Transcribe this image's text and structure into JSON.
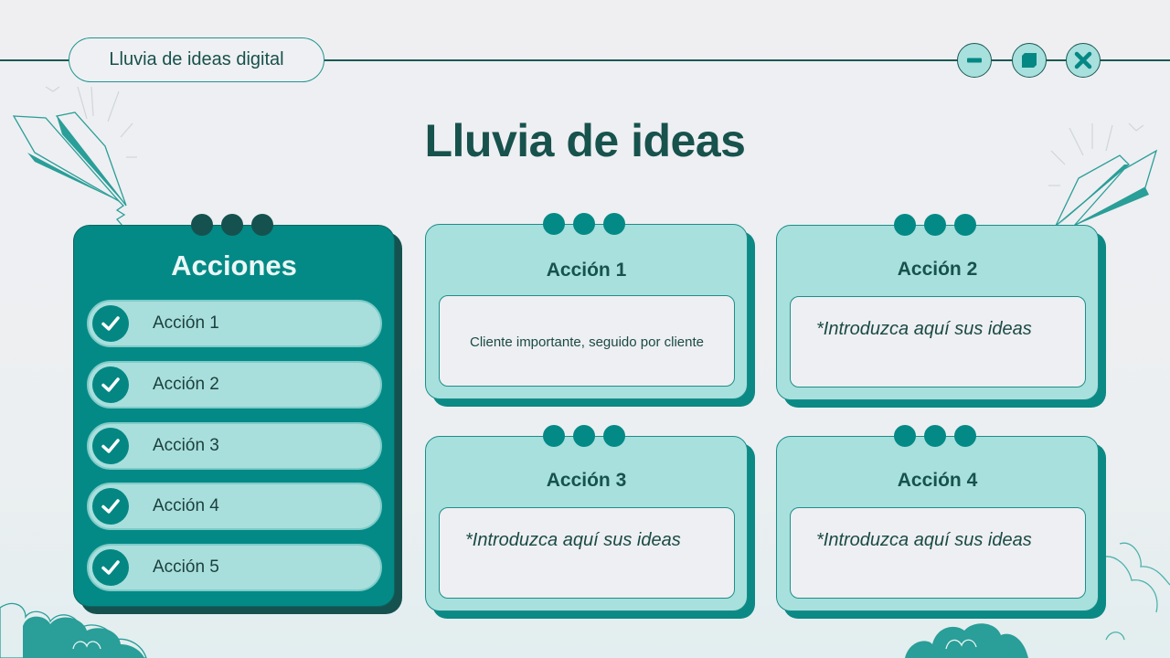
{
  "header": {
    "app_title": "Lluvia de ideas digital",
    "window_controls": [
      {
        "name": "minimize",
        "icon": "minus-icon"
      },
      {
        "name": "maximize",
        "icon": "square-icon"
      },
      {
        "name": "close",
        "icon": "close-icon"
      }
    ]
  },
  "page": {
    "title": "Lluvia de ideas"
  },
  "actions_panel": {
    "title": "Acciones",
    "items": [
      {
        "label": "Acción 1",
        "checked": true
      },
      {
        "label": "Acción 2",
        "checked": true
      },
      {
        "label": "Acción 3",
        "checked": true
      },
      {
        "label": "Acción 4",
        "checked": true
      },
      {
        "label": "Acción 5",
        "checked": true
      }
    ]
  },
  "cards": [
    {
      "title": "Acción 1",
      "text": "Cliente importante, seguido por cliente",
      "placeholder": ""
    },
    {
      "title": "Acción 2",
      "text": "",
      "placeholder": "*Introduzca aquí sus ideas"
    },
    {
      "title": "Acción 3",
      "text": "",
      "placeholder": "*Introduzca aquí sus ideas"
    },
    {
      "title": "Acción 4",
      "text": "",
      "placeholder": "*Introduzca aquí sus ideas"
    }
  ],
  "colors": {
    "primary_teal": "#038a86",
    "dark_teal": "#15524d",
    "light_teal": "#a8e0de",
    "background": "#eff0f3"
  }
}
